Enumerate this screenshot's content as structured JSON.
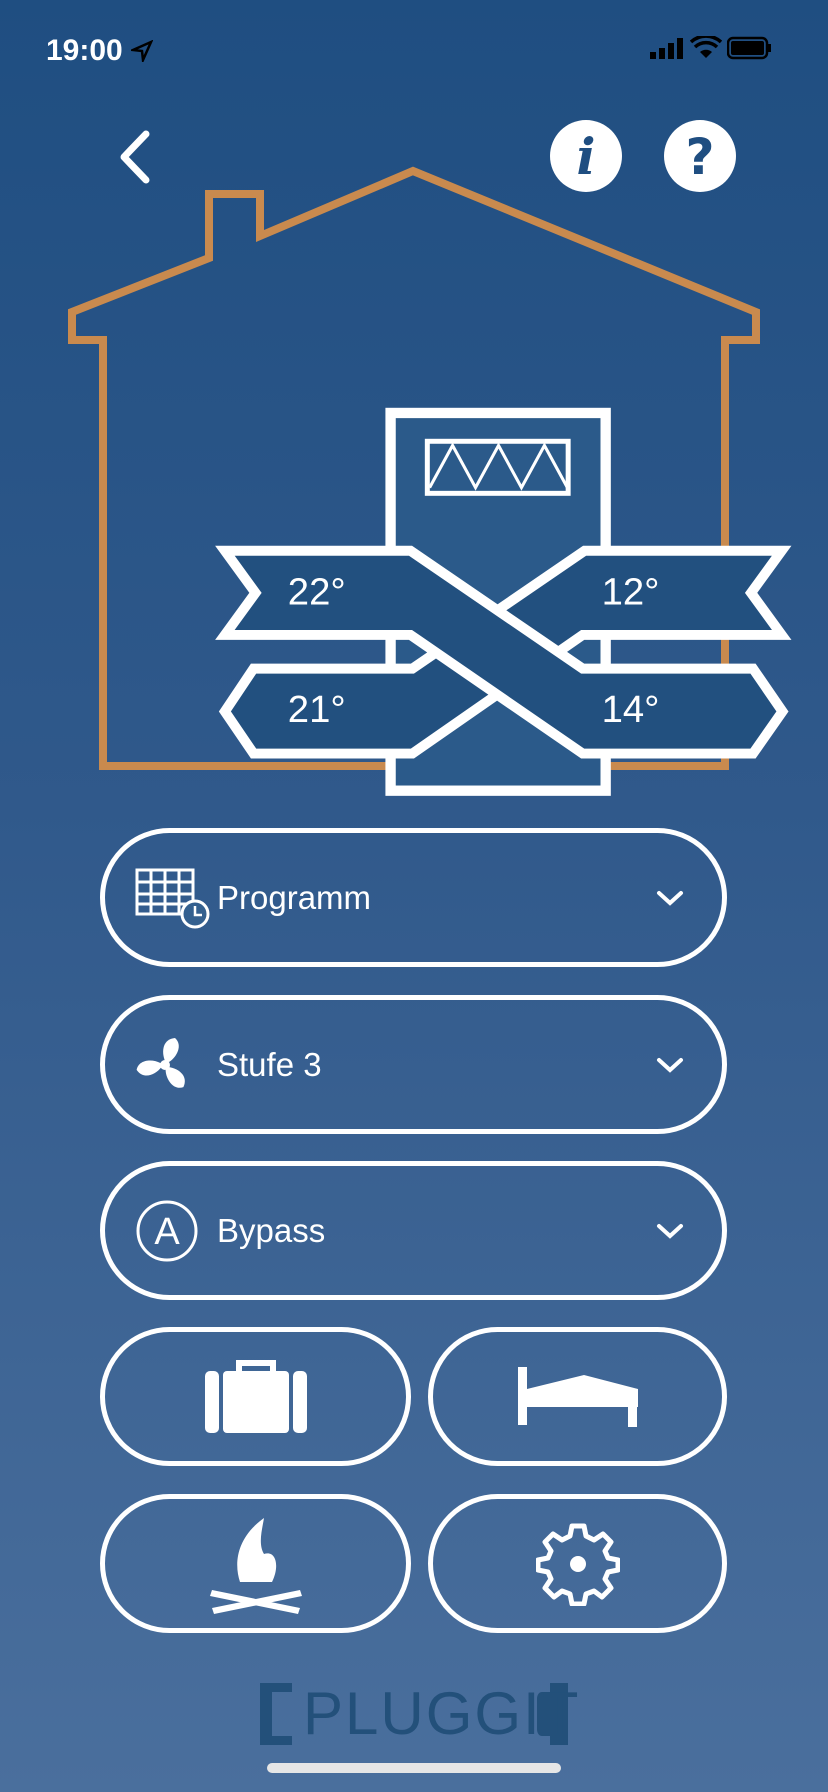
{
  "status_bar": {
    "time": "19:00"
  },
  "header": {
    "back": "back",
    "info": "info",
    "help": "help"
  },
  "readings": {
    "supply_in": "22°",
    "outdoor": "12°",
    "extract": "21°",
    "exhaust": "14°"
  },
  "controls": [
    {
      "label": "Programm",
      "icon": "calendar-clock-icon"
    },
    {
      "label": "Stufe 3",
      "icon": "fan-icon"
    },
    {
      "label": "Bypass",
      "icon": "auto-a-icon"
    }
  ],
  "modes": [
    "suitcase-icon",
    "bed-icon",
    "fireplace-icon",
    "gear-icon"
  ],
  "logo": {
    "text": "PLUGGIT"
  },
  "colors": {
    "house": "#c98a4e",
    "panel": "#22507f",
    "logo": "#23507a"
  }
}
